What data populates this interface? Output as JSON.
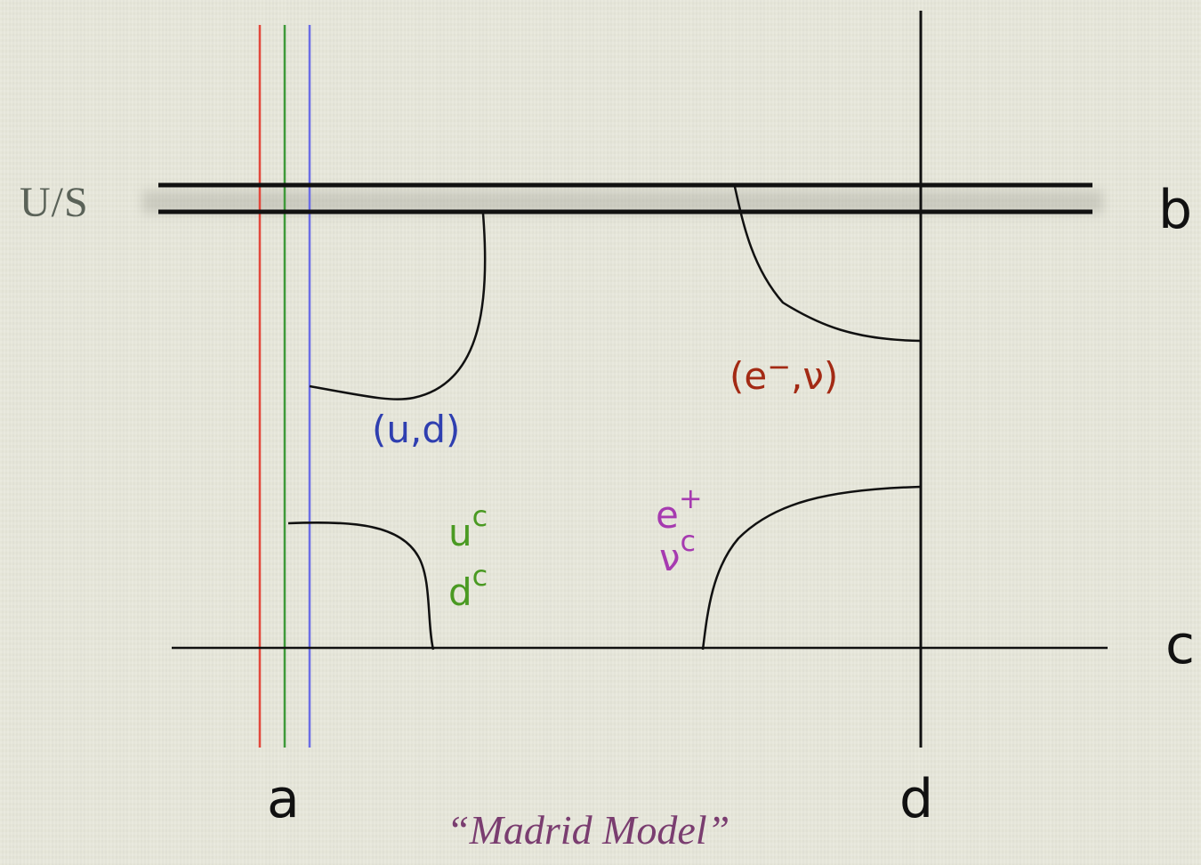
{
  "diagram": {
    "branes": {
      "a": "a",
      "b": "b",
      "c": "c",
      "d": "d"
    },
    "us_label": "U/S",
    "particles": {
      "ud": "(u,d)",
      "electron_neutrino_base": "(e",
      "electron_neutrino_sup": "−",
      "electron_neutrino_tail": ",ν)",
      "uc_base": "u",
      "uc_sup": "c",
      "dc_base": "d",
      "dc_sup": "c",
      "eplus_base": "e",
      "eplus_sup": "+",
      "nuc_base": "ν",
      "nuc_sup": "c"
    },
    "caption": "“Madrid Model”",
    "colors": {
      "background": "#e7e7da",
      "brane_a_red": "#e2473b",
      "brane_a_green": "#3f9a3a",
      "brane_a_blue": "#6b6de6",
      "ud_blue": "#2f3fb0",
      "electron_red": "#a32a14",
      "quark_green": "#4a9a22",
      "lepton_magenta": "#a63ab0",
      "line_black": "#111111",
      "caption_purple": "#7a3d70"
    }
  }
}
